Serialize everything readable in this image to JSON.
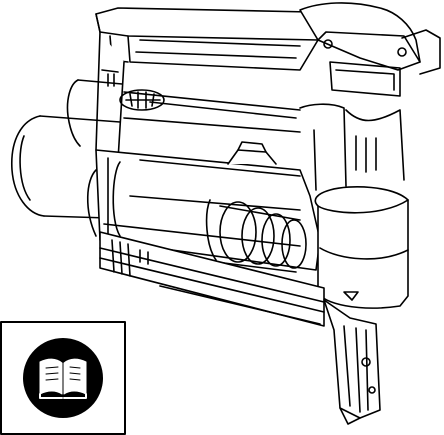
{
  "figure": {
    "subject": "pneumatic-brad-nailer",
    "style": "black-line-drawing",
    "colors": {
      "line": "#000000",
      "background": "#ffffff"
    }
  },
  "manual_symbol": {
    "icon": "book-icon",
    "meaning": "read-operating-manual"
  }
}
